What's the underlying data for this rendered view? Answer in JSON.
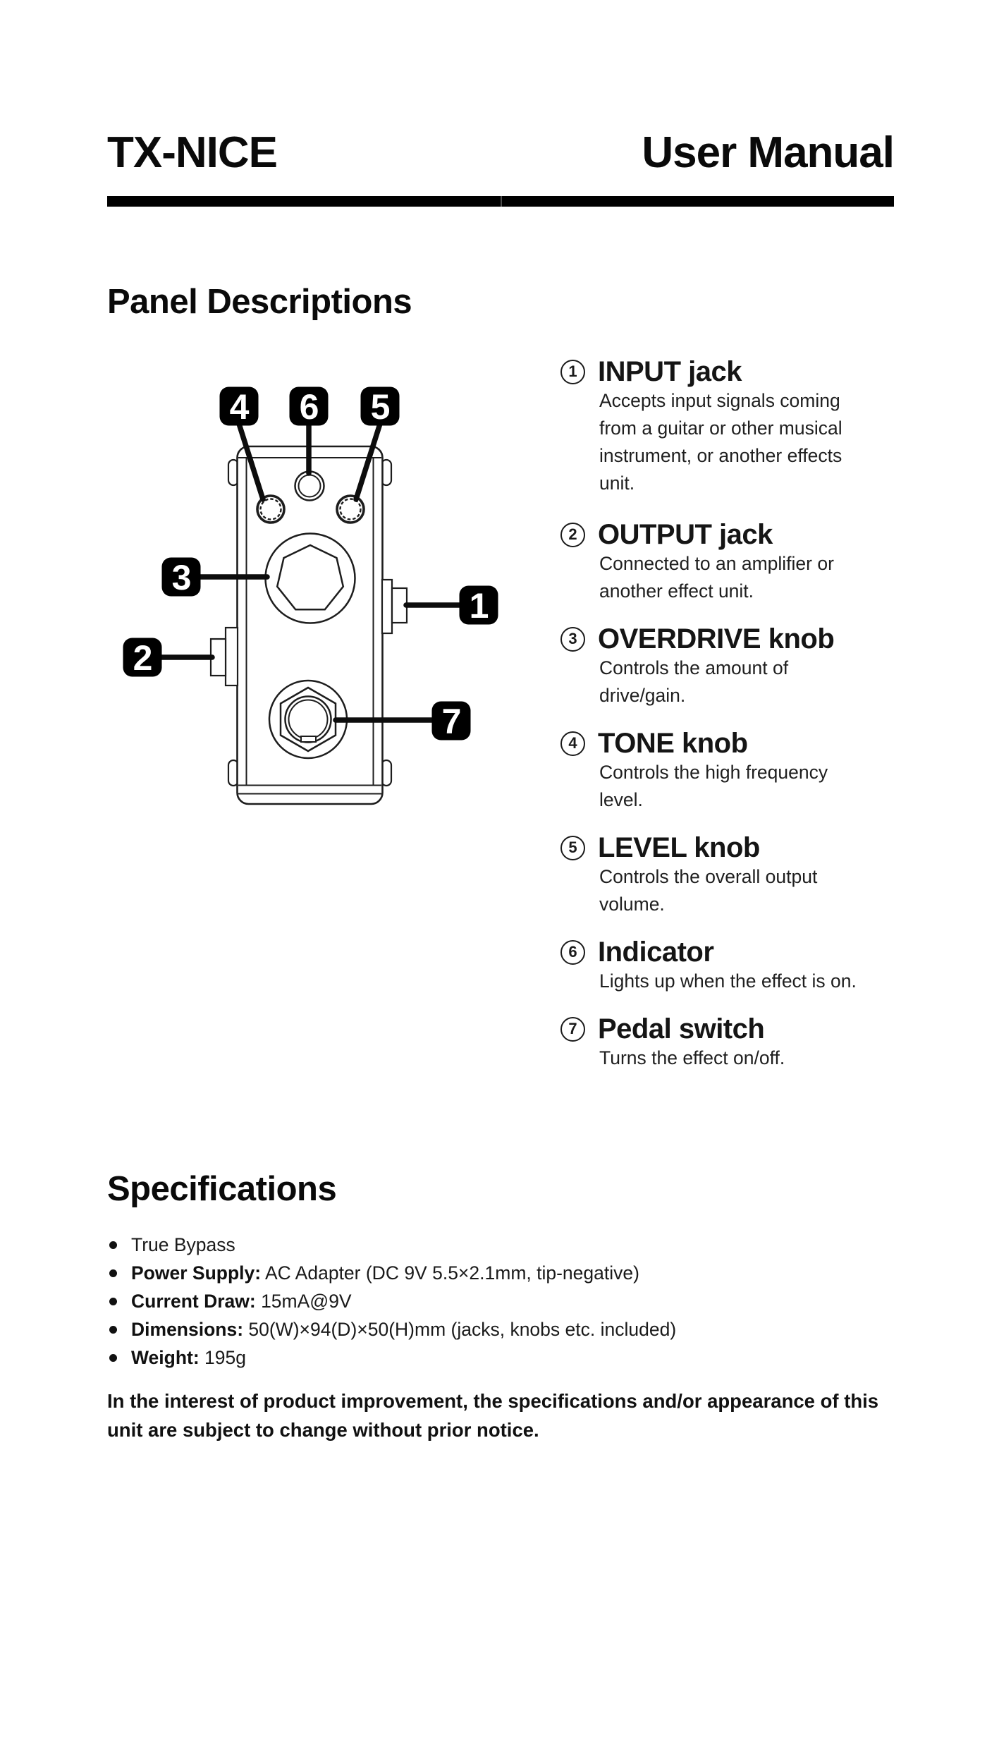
{
  "header": {
    "product": "TX-NICE",
    "doc_title": "User Manual"
  },
  "panel": {
    "heading": "Panel Descriptions",
    "items": [
      {
        "number": "1",
        "title": "INPUT jack",
        "desc_lines": [
          "Accepts input signals coming",
          "from a guitar or other musical",
          "instrument, or another effects",
          "unit."
        ]
      },
      {
        "number": "2",
        "title": "OUTPUT jack",
        "desc_lines": [
          "Connected to an amplifier or",
          "another effect unit."
        ]
      },
      {
        "number": "3",
        "title": "OVERDRIVE knob",
        "desc_lines": [
          "Controls the amount of",
          "drive/gain."
        ]
      },
      {
        "number": "4",
        "title": "TONE knob",
        "desc_lines": [
          "Controls the high frequency",
          "level."
        ]
      },
      {
        "number": "5",
        "title": "LEVEL knob",
        "desc_lines": [
          "Controls the overall output",
          "volume."
        ]
      },
      {
        "number": "6",
        "title": "Indicator",
        "desc_lines": [
          "Lights up when the effect is on."
        ]
      },
      {
        "number": "7",
        "title": "Pedal switch",
        "desc_lines": [
          "Turns the effect on/off."
        ]
      }
    ]
  },
  "diagram": {
    "labels": [
      {
        "number": "4",
        "part": "tone-knob"
      },
      {
        "number": "6",
        "part": "indicator"
      },
      {
        "number": "5",
        "part": "level-knob"
      },
      {
        "number": "3",
        "part": "overdrive-knob"
      },
      {
        "number": "2",
        "part": "output-jack"
      },
      {
        "number": "1",
        "part": "input-jack"
      },
      {
        "number": "7",
        "part": "pedal-switch"
      }
    ]
  },
  "specs": {
    "heading": "Specifications",
    "items": [
      {
        "label": "",
        "text": "True Bypass"
      },
      {
        "label": "Power Supply:",
        "text": " AC Adapter (DC 9V 5.5×2.1mm, tip-negative)"
      },
      {
        "label": "Current Draw:",
        "text": " 15mA@9V"
      },
      {
        "label": "Dimensions:",
        "text": " 50(W)×94(D)×50(H)mm (jacks, knobs etc. included)"
      },
      {
        "label": "Weight:",
        "text": " 195g"
      }
    ]
  },
  "footer_note": "In the interest of product improvement, the specifications and/or appearance of this unit are subject to change without prior notice."
}
